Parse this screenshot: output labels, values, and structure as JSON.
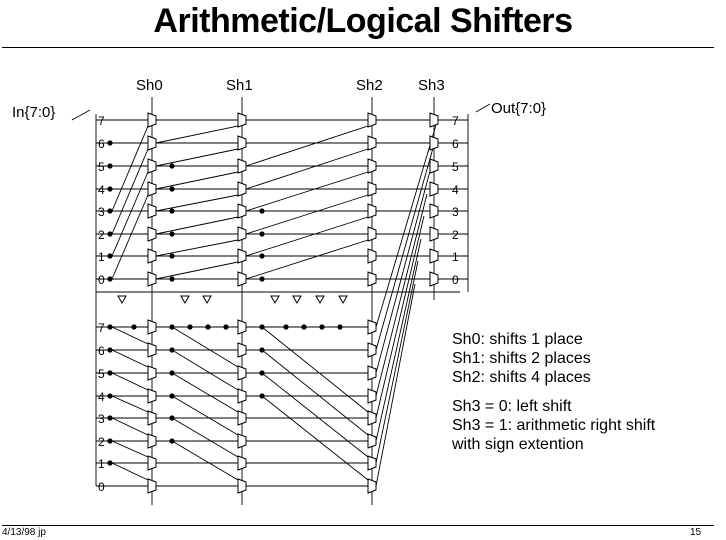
{
  "title": "Arithmetic/Logical Shifters",
  "footer": {
    "date": "4/13/98 jp",
    "page": "15"
  },
  "diagram": {
    "selects": [
      "Sh0",
      "Sh1",
      "Sh2",
      "Sh3"
    ],
    "input_label": "In{7:0}",
    "output_label": "Out{7:0}",
    "bits": [
      "7",
      "6",
      "5",
      "4",
      "3",
      "2",
      "1",
      "0"
    ]
  },
  "notes": {
    "shifts": [
      "Sh0: shifts 1 place",
      "Sh1: shifts 2 places",
      "Sh2: shifts 4 places"
    ],
    "modes": [
      "Sh3 = 0: left shift",
      "Sh3 = 1: arithmetic right shift",
      "with sign extention"
    ]
  }
}
